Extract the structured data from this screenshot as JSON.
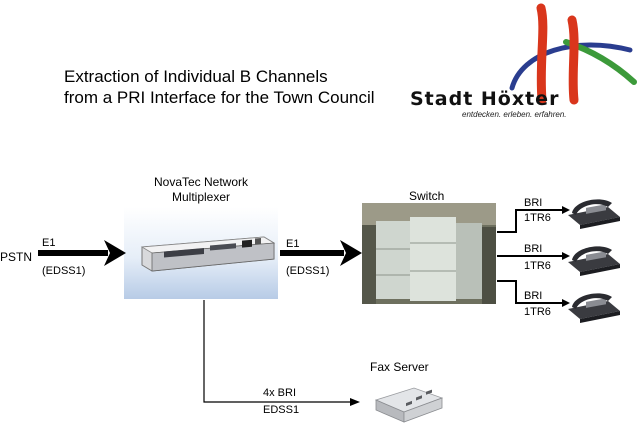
{
  "title": {
    "line1": "Extraction of Individual B Channels",
    "line2": "from a PRI Interface for the Town Council"
  },
  "logo": {
    "name": "Stadt Höxter",
    "tagline": "entdecken. erleben. erfahren.",
    "colors": {
      "red": "#d9361c",
      "blue": "#2a3d8f",
      "green": "#3c9a3a"
    }
  },
  "pstn": {
    "label": "PSTN",
    "line": "E1",
    "protocol": "(EDSS1)"
  },
  "multiplexer": {
    "label_line1": "NovaTec Network",
    "label_line2": "Multiplexer",
    "output_line": "E1",
    "output_protocol": "(EDSS1)"
  },
  "switch": {
    "label": "Switch"
  },
  "phones": [
    {
      "line": "BRI",
      "protocol": "1TR6",
      "icon": "telephone-icon"
    },
    {
      "line": "BRI",
      "protocol": "1TR6",
      "icon": "telephone-icon"
    },
    {
      "line": "BRI",
      "protocol": "1TR6",
      "icon": "telephone-icon"
    }
  ],
  "fax": {
    "label": "Fax Server",
    "line": "4x BRI",
    "protocol": "EDSS1"
  }
}
